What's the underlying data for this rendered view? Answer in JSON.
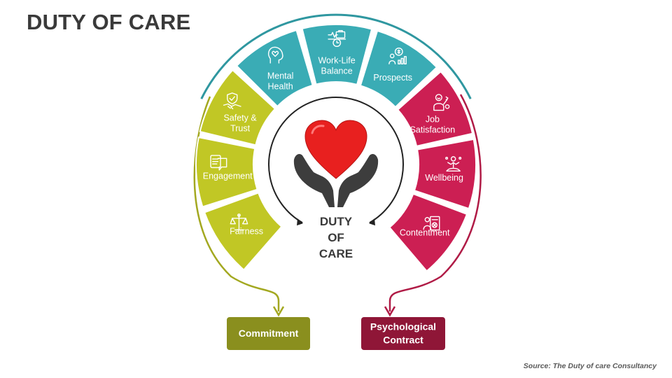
{
  "title": "DUTY OF CARE",
  "center": {
    "lines": [
      "DUTY",
      "OF",
      "CARE"
    ]
  },
  "segments": [
    {
      "group": "left",
      "lines": [
        "Fairness"
      ],
      "icon": "scales-icon"
    },
    {
      "group": "left",
      "lines": [
        "Engagement"
      ],
      "icon": "chat-bubbles-icon"
    },
    {
      "group": "left",
      "lines": [
        "Safety &",
        "Trust"
      ],
      "icon": "handshake-shield-icon"
    },
    {
      "group": "top",
      "lines": [
        "Mental",
        "Health"
      ],
      "icon": "head-heart-icon"
    },
    {
      "group": "top",
      "lines": [
        "Work-Life",
        "Balance"
      ],
      "icon": "briefcase-clock-icon"
    },
    {
      "group": "top",
      "lines": [
        "Prospects"
      ],
      "icon": "growth-money-icon"
    },
    {
      "group": "right",
      "lines": [
        "Job",
        "Satisfaction"
      ],
      "icon": "happy-worker-icon"
    },
    {
      "group": "right",
      "lines": [
        "Wellbeing"
      ],
      "icon": "meditation-icon"
    },
    {
      "group": "right",
      "lines": [
        "Contentment"
      ],
      "icon": "checklist-person-icon"
    }
  ],
  "outcomes": [
    {
      "group": "left",
      "lines": [
        "Commitment"
      ]
    },
    {
      "group": "right",
      "lines": [
        "Psychological",
        "Contract"
      ]
    }
  ],
  "colors": {
    "left": "#c1c725",
    "left_dark": "#a3a820",
    "left_box": "#8a8f1e",
    "top": "#3aacb5",
    "top_dark": "#2f97a0",
    "right": "#cc1f53",
    "right_dark": "#b01b46",
    "right_box": "#8f1637",
    "heart": "#e8201f",
    "hands": "#3d3d3d"
  },
  "source": "Source: The Duty of care Consultancy"
}
